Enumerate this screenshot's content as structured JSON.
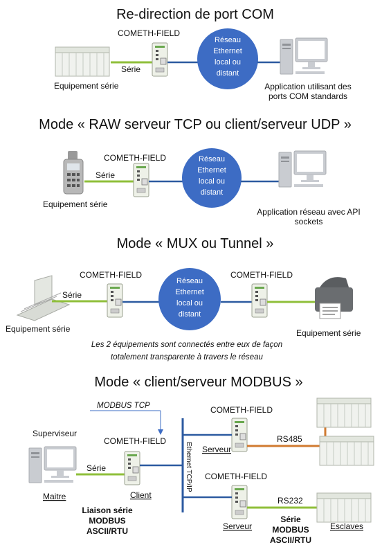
{
  "sections": [
    {
      "title": "Re-direction de port COM",
      "device_label": "COMETH-FIELD",
      "serial_label": "Série",
      "cloud_lines": [
        "Réseau",
        "Ethernet",
        "local ou",
        "distant"
      ],
      "left_caption": "Equipement série",
      "right_caption_lines": [
        "Application utilisant des",
        "ports COM standards"
      ]
    },
    {
      "title": "Mode « RAW serveur TCP ou client/serveur UDP »",
      "device_label": "COMETH-FIELD",
      "serial_label": "Série",
      "cloud_lines": [
        "Réseau",
        "Ethernet",
        "local ou",
        "distant"
      ],
      "left_caption": "Equipement série",
      "right_caption_lines": [
        "Application  réseau avec API",
        "sockets"
      ]
    },
    {
      "title": "Mode « MUX ou Tunnel »",
      "device_left_label": "COMETH-FIELD",
      "device_right_label": "COMETH-FIELD",
      "serial_label": "Série",
      "cloud_lines": [
        "Réseau",
        "Ethernet",
        "local ou",
        "distant"
      ],
      "left_caption": "Equipement série",
      "right_caption": "Equipement série",
      "note_lines": [
        "Les 2 équipements sont connectés entre eux de façon",
        "totalement transparente à travers le réseau"
      ]
    },
    {
      "title": "Mode « client/serveur MODBUS »",
      "modbus_tcp": "MODBUS TCP",
      "supervisor": "Superviseur",
      "client_device_label": "COMETH-FIELD",
      "serial_label": "Série",
      "master": "Maitre",
      "client": "Client",
      "link_lines": [
        "Liaison série",
        "MODBUS",
        "ASCII/RTU"
      ],
      "bus_label": "Ethernet TCP/IP",
      "server_top_label": "COMETH-FIELD",
      "rs485": "RS485",
      "server_top": "Serveur",
      "server_bottom_label": "COMETH-FIELD",
      "rs232": "RS232",
      "server_bottom": "Serveur",
      "serial_modbus_lines": [
        "Série",
        "MODBUS",
        "ASCII/RTU"
      ],
      "slaves": "Esclaves"
    }
  ],
  "colors": {
    "cloud": "#3d6cc4",
    "network_line": "#2c5aa0",
    "serial_green": "#8fbf3a",
    "rs485_orange": "#d07a30",
    "pc": "#c9ccd1"
  }
}
